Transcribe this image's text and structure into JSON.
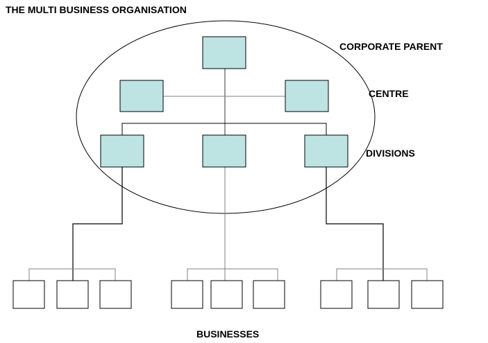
{
  "title": "THE MULTI BUSINESS ORGANISATION",
  "labels": {
    "corporate_parent": "CORPORATE PARENT",
    "centre": "CENTRE",
    "divisions": "DIVISIONS",
    "businesses": "BUSINESSES"
  },
  "colors": {
    "box_fill": "#bde3e3",
    "business_fill": "#ffffff",
    "stroke": "#000000",
    "thin_line": "#808080"
  }
}
